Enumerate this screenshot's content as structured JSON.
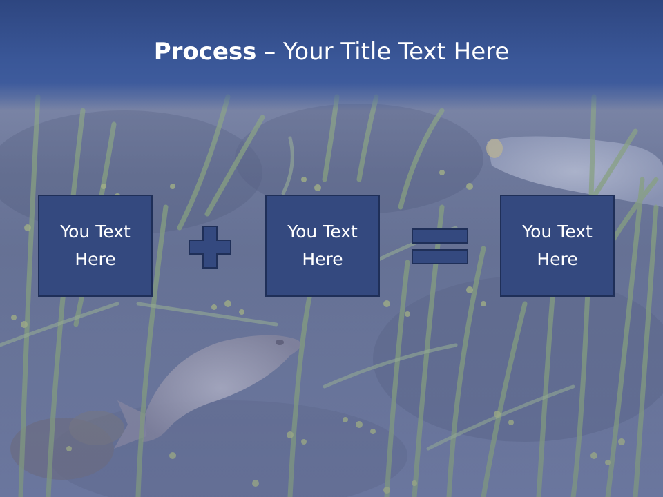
{
  "slide": {
    "title_bold": "Process",
    "title_rest": " – Your Title Text Here"
  },
  "boxes": [
    {
      "label": "You Text Here"
    },
    {
      "label": "You Text Here"
    },
    {
      "label": "You Text Here"
    }
  ],
  "operators": {
    "first": "plus-icon",
    "second": "equals-icon"
  },
  "colors": {
    "title_band": "#3a5798",
    "box_fill": "#34497f",
    "box_border": "#1f2f58",
    "text": "#ffffff"
  }
}
